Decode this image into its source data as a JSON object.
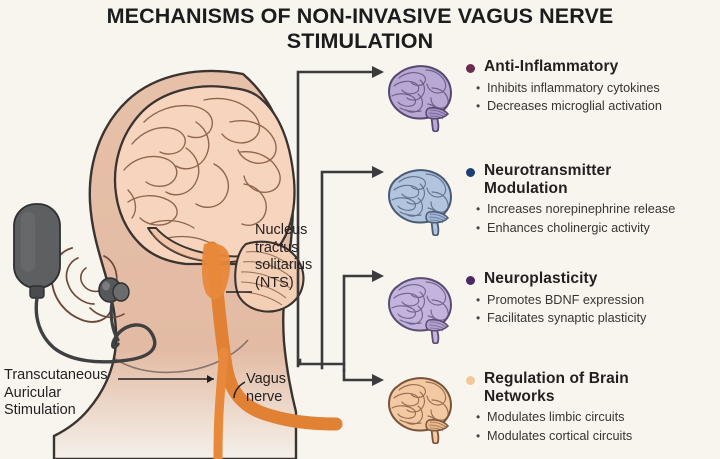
{
  "title": {
    "line1": "MECHANISMS OF NON-INVASIVE VAGUS NERVE",
    "line2": "STIMULATION"
  },
  "colors": {
    "background": "#f8f5ef",
    "title_text": "#1c1c1c",
    "heading_text": "#231f20",
    "sub_text": "#3a3330",
    "skin": "#e9c3ad",
    "brain_anatomy": "#f6d4bd",
    "nerve_orange": "#e8883a",
    "device_gray": "#58595b",
    "arrow": "#3b3b3b"
  },
  "anatomy_labels": {
    "nts": [
      "Nucleus",
      "tractus",
      "solitarius",
      "(NTS)"
    ],
    "transcutaneous": [
      "Transcutaneous",
      "Auricular",
      "Stimulation"
    ],
    "vagus": [
      "Vagus",
      "nerve"
    ]
  },
  "mechanisms": [
    {
      "heading": "Anti-Inflammatory",
      "heading_lines": [
        "Anti-Inflammatory"
      ],
      "bullet_color": "#6d2b4e",
      "brain_fill": "#b8a8d4",
      "brain_stroke": "#56486e",
      "brain_shade": "#a795c8",
      "points": [
        "Inhibits inflammatory cytokines",
        "Decreases microglial activation"
      ]
    },
    {
      "heading": "Neurotransmitter Modulation",
      "heading_lines": [
        "Neurotransmitter",
        "Modulation"
      ],
      "bullet_color": "#1f3f72",
      "brain_fill": "#b3c4de",
      "brain_stroke": "#4a5b75",
      "brain_shade": "#a1b5d4",
      "points": [
        "Increases norepinephrine release",
        "Enhances cholinergic activity"
      ]
    },
    {
      "heading": "Neuroplasticity",
      "heading_lines": [
        "Neuroplasticity"
      ],
      "bullet_color": "#4a2a63",
      "brain_fill": "#c3b4dd",
      "brain_stroke": "#5a4c73",
      "brain_shade": "#b3a2d1",
      "points": [
        "Promotes BDNF expression",
        "Facilitates synaptic plasticity"
      ]
    },
    {
      "heading": "Regulation of Brain Networks",
      "heading_lines": [
        "Regulation of Brain",
        "Networks"
      ],
      "bullet_color": "#f0c89a",
      "brain_fill": "#f3c9a3",
      "brain_stroke": "#7a5437",
      "brain_shade": "#e8b78c",
      "points": [
        "Modulates limbic circuits",
        "Modulates cortical circuits"
      ]
    }
  ]
}
